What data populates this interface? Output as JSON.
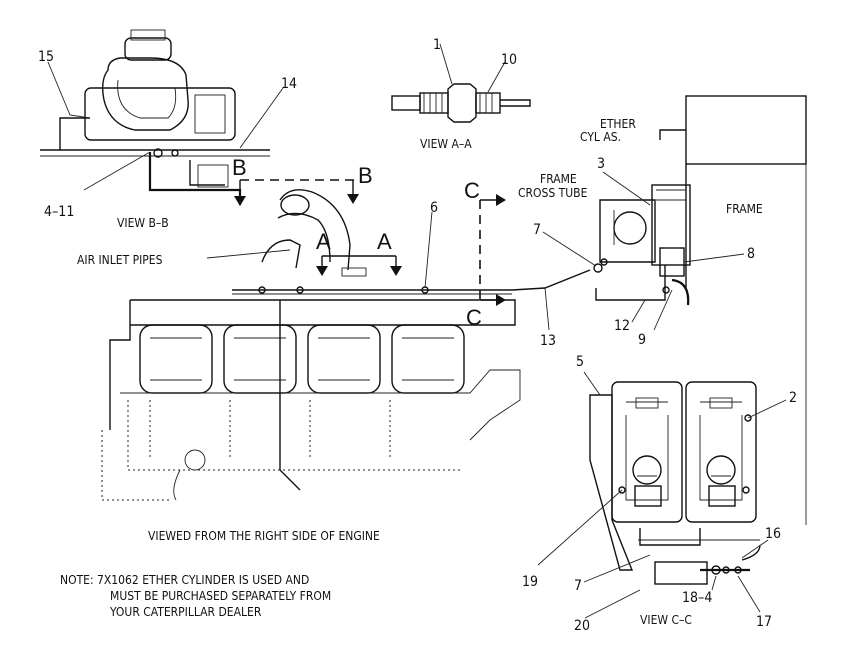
{
  "labels": {
    "view_aa": "VIEW A–A",
    "view_bb": "VIEW B–B",
    "view_cc": "VIEW C–C",
    "ether_cyl_line1": "ETHER",
    "ether_cyl_line2": "CYL AS.",
    "frame_cross_line1": "FRAME",
    "frame_cross_line2": "CROSS TUBE",
    "frame": "FRAME",
    "air_inlet": "AIR INLET PIPES",
    "viewed_from": "VIEWED FROM THE RIGHT SIDE OF ENGINE",
    "note_line1": "NOTE: 7X1062 ETHER CYLINDER IS USED AND",
    "note_line2": "MUST BE PURCHASED SEPARATELY FROM",
    "note_line3": "YOUR CATERPILLAR DEALER"
  },
  "section_letters": {
    "a": "A",
    "b": "B",
    "c": "C"
  },
  "callouts": {
    "c1": "1",
    "c2": "2",
    "c3": "3",
    "c4_11": "4–11",
    "c5": "5",
    "c6": "6",
    "c7": "7",
    "c8": "8",
    "c9": "9",
    "c10": "10",
    "c12": "12",
    "c13": "13",
    "c14": "14",
    "c15": "15",
    "c16": "16",
    "c17": "17",
    "c18_4": "18–4",
    "c19": "19",
    "c20": "20"
  }
}
